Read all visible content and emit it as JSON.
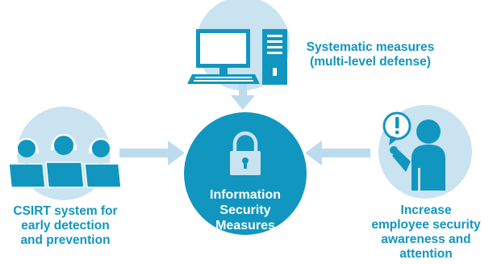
{
  "center": {
    "lines": [
      "Information",
      "Security",
      "Measures"
    ],
    "icon": "lock-icon"
  },
  "top": {
    "lines": [
      "Systematic measures",
      "(multi-level defense)"
    ],
    "icon": "desktop-computer-icon"
  },
  "left": {
    "lines": [
      "CSIRT system for",
      "early detection",
      "and prevention"
    ],
    "icon": "operators-with-headsets-icon"
  },
  "right": {
    "lines": [
      "Increase",
      "employee security",
      "awareness and",
      "attention"
    ],
    "icon": "person-alert-icon"
  },
  "colors": {
    "primary": "#1196bf",
    "light_circle": "#c9e3f1",
    "arrow": "#bcdced"
  }
}
